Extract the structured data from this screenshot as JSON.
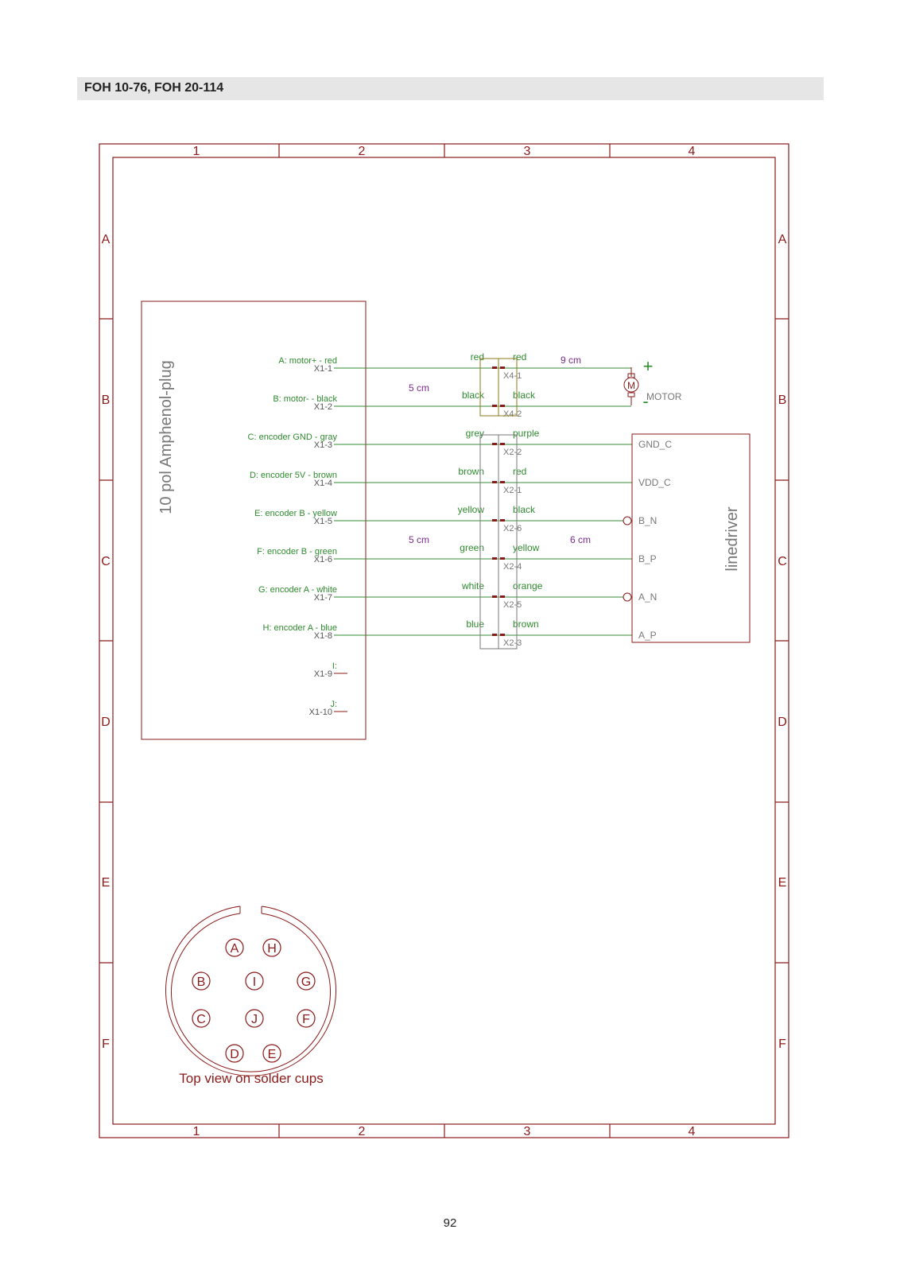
{
  "header": {
    "title": "FOH 10-76, FOH 20-114"
  },
  "page_number": "92",
  "colors": {
    "frame": "#8b1a1a",
    "wire": "#3a8a3a",
    "pin_label": "#2e8b2e",
    "note": "#7b2a8b",
    "gray_text": "#777777"
  },
  "frame": {
    "columns": [
      "1",
      "2",
      "3",
      "4"
    ],
    "rows": [
      "A",
      "B",
      "C",
      "D",
      "E",
      "F"
    ]
  },
  "amphenol": {
    "title": "10 pol Amphenol-plug",
    "pins": [
      {
        "label": "A: motor+ - red",
        "pin": "X1-1"
      },
      {
        "label": "B: motor- - black",
        "pin": "X1-2"
      },
      {
        "label": "C: encoder GND - gray",
        "pin": "X1-3"
      },
      {
        "label": "D: encoder 5V - brown",
        "pin": "X1-4"
      },
      {
        "label": "E: encoder B - yellow",
        "pin": "X1-5"
      },
      {
        "label": "F: encoder B - green",
        "pin": "X1-6"
      },
      {
        "label": "G: encoder A - white",
        "pin": "X1-7"
      },
      {
        "label": "H: encoder A - blue",
        "pin": "X1-8"
      },
      {
        "label": "I:",
        "pin": "X1-9"
      },
      {
        "label": "J:",
        "pin": "X1-10"
      }
    ]
  },
  "wires": [
    {
      "left_color": "red",
      "connector": "X4-1",
      "right_color": "red"
    },
    {
      "left_color": "black",
      "connector": "X4-2",
      "right_color": "black"
    },
    {
      "left_color": "grey",
      "connector": "X2-2",
      "right_color": "purple"
    },
    {
      "left_color": "brown",
      "connector": "X2-1",
      "right_color": "red"
    },
    {
      "left_color": "yellow",
      "connector": "X2-6",
      "right_color": "black"
    },
    {
      "left_color": "green",
      "connector": "X2-4",
      "right_color": "yellow"
    },
    {
      "left_color": "white",
      "connector": "X2-5",
      "right_color": "orange"
    },
    {
      "left_color": "blue",
      "connector": "X2-3",
      "right_color": "brown"
    }
  ],
  "lengths": {
    "motor_left": "5 cm",
    "motor_right": "9 cm",
    "encoder_left": "5 cm",
    "encoder_right": "6 cm"
  },
  "motor": {
    "symbol": "M",
    "label": "MOTOR",
    "plus": "+",
    "minus": "-"
  },
  "linedriver": {
    "title": "linedriver",
    "pins": [
      "GND_C",
      "VDD_C",
      "B_N",
      "B_P",
      "A_N",
      "A_P"
    ]
  },
  "plug_view": {
    "caption": "Top view on solder cups",
    "pins": [
      "A",
      "H",
      "B",
      "I",
      "G",
      "C",
      "J",
      "F",
      "D",
      "E"
    ]
  }
}
